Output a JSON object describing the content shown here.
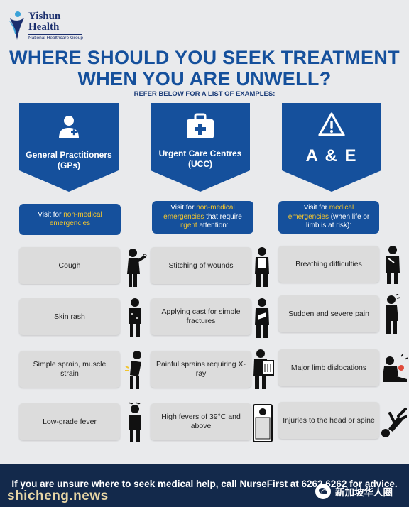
{
  "logo": {
    "line1": "Yishun",
    "line2": "Health",
    "tagline": "National Healthcare Group"
  },
  "title": {
    "line1": "WHERE SHOULD YOU SEEK TREATMENT",
    "line2": "WHEN YOU ARE UNWELL?"
  },
  "subtitle": "REFER BELOW FOR A LIST OF EXAMPLES:",
  "columns": [
    {
      "label_line1": "General Practitioners",
      "label_line2": "(GPs)",
      "icon": "doctor-icon",
      "pill": {
        "pre": "Visit for ",
        "hl": "non-medical emergencies",
        "post": ""
      },
      "items": [
        "Cough",
        "Skin rash",
        "Simple sprain, muscle strain",
        "Low-grade fever"
      ]
    },
    {
      "label_line1": "Urgent Care Centres",
      "label_line2": "(UCC)",
      "icon": "first-aid-kit-icon",
      "pill": {
        "pre": "Visit for ",
        "hl": "non-medical emergencies",
        "mid": " that require ",
        "hl2": "urgent",
        "post": " attention:"
      },
      "items": [
        "Stitching of wounds",
        "Applying cast for simple fractures",
        "Painful sprains requiring X-ray",
        "High fevers of 39°C and above"
      ]
    },
    {
      "label_line1": "A & E",
      "label_line2": "",
      "icon": "warning-triangle-icon",
      "pill": {
        "pre": "Visit for ",
        "hl": "medical emergencies",
        "post": " (when life or limb is at risk):"
      },
      "items": [
        "Breathing difficulties",
        "Sudden and severe pain",
        "Major limb dislocations",
        "Injuries to the head or spine"
      ]
    }
  ],
  "footer": {
    "text": "If you are unsure where to seek medical help, call NurseFirst at 6262 6262 for advice."
  },
  "watermark": {
    "left": "shicheng.news",
    "right": "新加坡华人圈"
  },
  "colors": {
    "banner": "#15509c",
    "title": "#15509c",
    "highlight": "#f2c530",
    "footer": "#13294b",
    "card": "#dcdcdc"
  }
}
